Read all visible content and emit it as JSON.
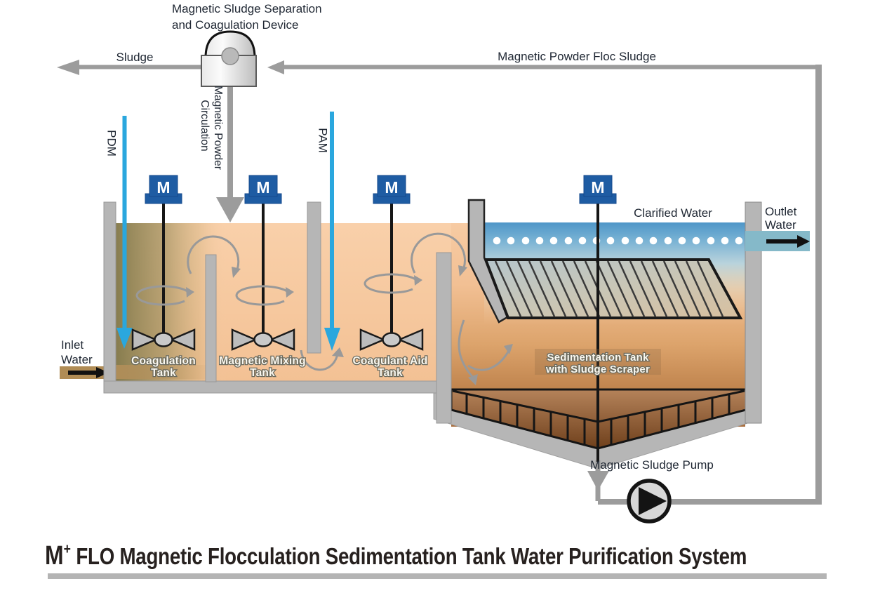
{
  "diagram_title": {
    "m": "M",
    "plus": "+",
    "rest": " FLO Magnetic Flocculation Sedimentation Tank Water Purification System"
  },
  "labels": {
    "device": {
      "line1": "Magnetic Sludge Separation",
      "line2": "and Coagulation Device"
    },
    "sludge_out": "Sludge",
    "floc_sludge": "Magnetic Powder Floc Sludge",
    "circulation": {
      "line1": "Magnetic Powder",
      "line2": "Circulation"
    },
    "pdm": "PDM",
    "pam": "PAM",
    "inlet": {
      "line1": "Inlet",
      "line2": "Water"
    },
    "outlet": {
      "line1": "Outlet",
      "line2": "Water"
    },
    "clarified": "Clarified Water",
    "pump": "Magnetic Sludge Pump",
    "motor_letter": "M",
    "tanks": [
      {
        "line1": "Coagulation",
        "line2": "Tank"
      },
      {
        "line1": "Magnetic Mixing",
        "line2": "Tank"
      },
      {
        "line1": "Coagulant Aid",
        "line2": "Tank"
      },
      {
        "line1": "Sedimentation Tank",
        "line2": "with Sludge Scraper"
      }
    ]
  },
  "colors": {
    "motor_blue": "#1e5ca3",
    "dosing_blue": "#2aa7de",
    "pipe_gray": "#9c9c9c",
    "wall_gray": "#b6b6b6",
    "water_peach": "#f7c9a0",
    "coagulation_olive": "#8f8a5e",
    "clarified_blue": "#4e96c8",
    "sludge_brown": "#8a5a33",
    "outlet_teal": "#85b9c9",
    "inlet_brown": "#b08c55",
    "title_color": "#27211f"
  }
}
